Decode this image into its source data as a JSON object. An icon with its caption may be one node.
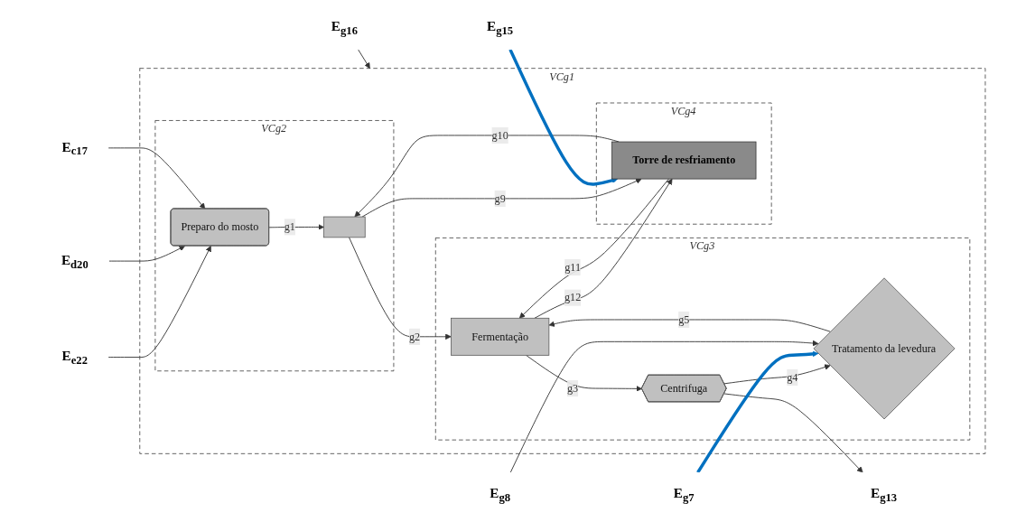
{
  "diagram": {
    "nodes": [
      {
        "text": [
          "E$_{e22}$"
        ]
      },
      {
        "text": [
          "E$_{d20}$"
        ]
      },
      {
        "text": [
          "E$_{c17}$"
        ]
      },
      {
        "text": [
          "VCg1"
        ]
      },
      {
        "text": [
          "VCg2"
        ],
        "in": 3
      },
      {
        "text": [
          "Preparo do mosto"
        ],
        "in": 4
      },
      {
        "text": [],
        "shape": "box",
        "in": 4
      },
      {
        "text": [
          "VCg3"
        ],
        "in": 3
      },
      {
        "text": [
          "Fermentação"
        ],
        "in": 7
      },
      {
        "text": [
          "Tratamento da levedura"
        ],
        "in": 7
      },
      {
        "text": [
          "Centrifuga"
        ],
        "in": 7
      },
      {
        "text": [
          "E$_{g13}$"
        ]
      },
      {
        "text": [
          "E$_{g7}$"
        ]
      },
      {
        "text": [
          "E$_{g8}$"
        ]
      },
      {
        "text": [
          "E$_{g16}$"
        ]
      },
      {
        "text": [
          "VCg4"
        ],
        "in": 3
      },
      {
        "text": [
          "Torre de resfriamento"
        ],
        "in": 15
      },
      {
        "text": [
          "E$_{g15}$"
        ]
      }
    ],
    "edges": [
      {
        "from": 0,
        "to": 5,
        "arrow": "to"
      },
      {
        "from": 1,
        "to": 5,
        "arrow": "to"
      },
      {
        "from": 2,
        "to": 5,
        "arrow": "to"
      },
      {
        "from": 5,
        "to": 6,
        "arrow": "to",
        "label": "g1"
      },
      {
        "from": 6,
        "to": 8,
        "arrow": "to",
        "label": "g2"
      },
      {
        "from": 8,
        "to": 10,
        "arrow": "to",
        "label": "g3"
      },
      {
        "from": 10,
        "to": 9,
        "arrow": "to",
        "label": "g4"
      },
      {
        "from": 9,
        "to": 8,
        "arrow": "to",
        "label": "g5"
      },
      {
        "from": 10,
        "to": 11,
        "arrow": "to"
      },
      {
        "from": 12,
        "to": 9,
        "arrow": "to",
        "style": "thick",
        "color": "#0070c0"
      },
      {
        "from": 13,
        "to": 9,
        "arrow": "to"
      },
      {
        "from": 6,
        "to": 16,
        "arrow": "to",
        "label": "g9"
      },
      {
        "from": 16,
        "to": 6,
        "arrow": "to",
        "label": "g10"
      },
      {
        "from": 16,
        "to": 8,
        "arrow": "to",
        "label": "g11"
      },
      {
        "from": 8,
        "to": 16,
        "arrow": "to",
        "label": "g12"
      },
      {
        "from": 14,
        "to": 3,
        "arrow": "to"
      },
      {
        "from": 17,
        "to": 16,
        "arrow": "to",
        "style": "thick",
        "color": "#0070c0"
      }
    ]
  }
}
